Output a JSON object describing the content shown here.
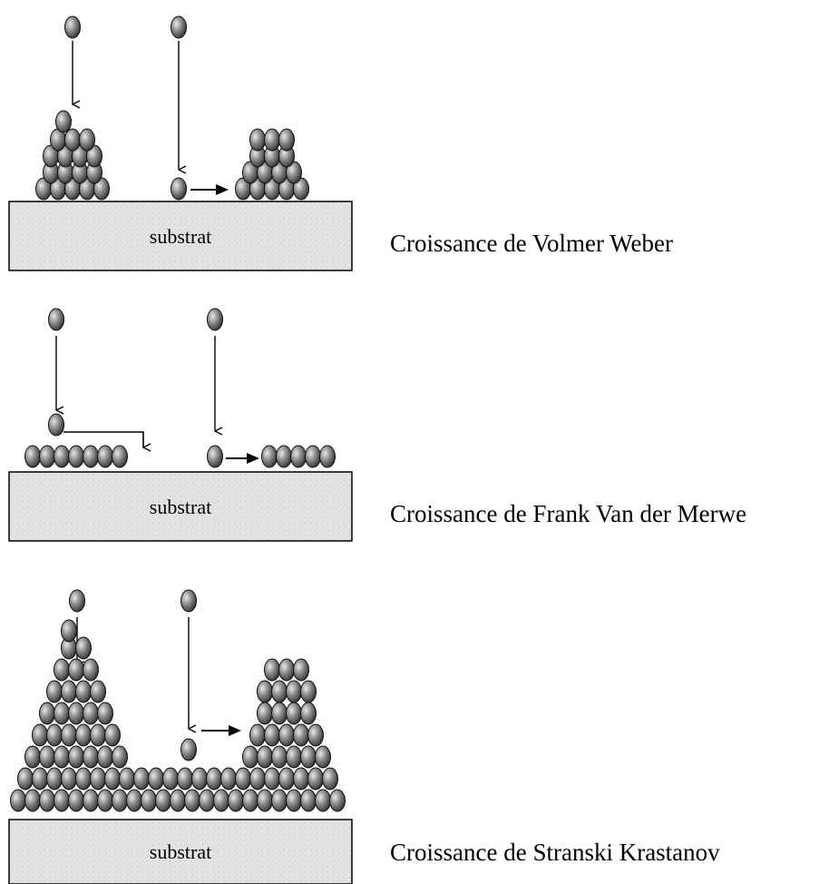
{
  "panels": [
    {
      "id": "volmer-weber",
      "substrate_label": "substrat",
      "caption": "Croissance de Volmer Weber"
    },
    {
      "id": "frank-van-der-merwe",
      "substrate_label": "substrat",
      "caption": "Croissance de Frank Van der Merwe"
    },
    {
      "id": "stranski-krastanov",
      "substrate_label": "substrat",
      "caption": "Croissance de Stranski Krastanov"
    }
  ],
  "colors": {
    "atom_dark": "#303030",
    "atom_light": "#d8d8d8",
    "substrate_fill": "#e6e6e6",
    "line": "#000000"
  },
  "icons": [
    "atom-icon",
    "down-arrow-icon",
    "right-arrow-icon"
  ]
}
